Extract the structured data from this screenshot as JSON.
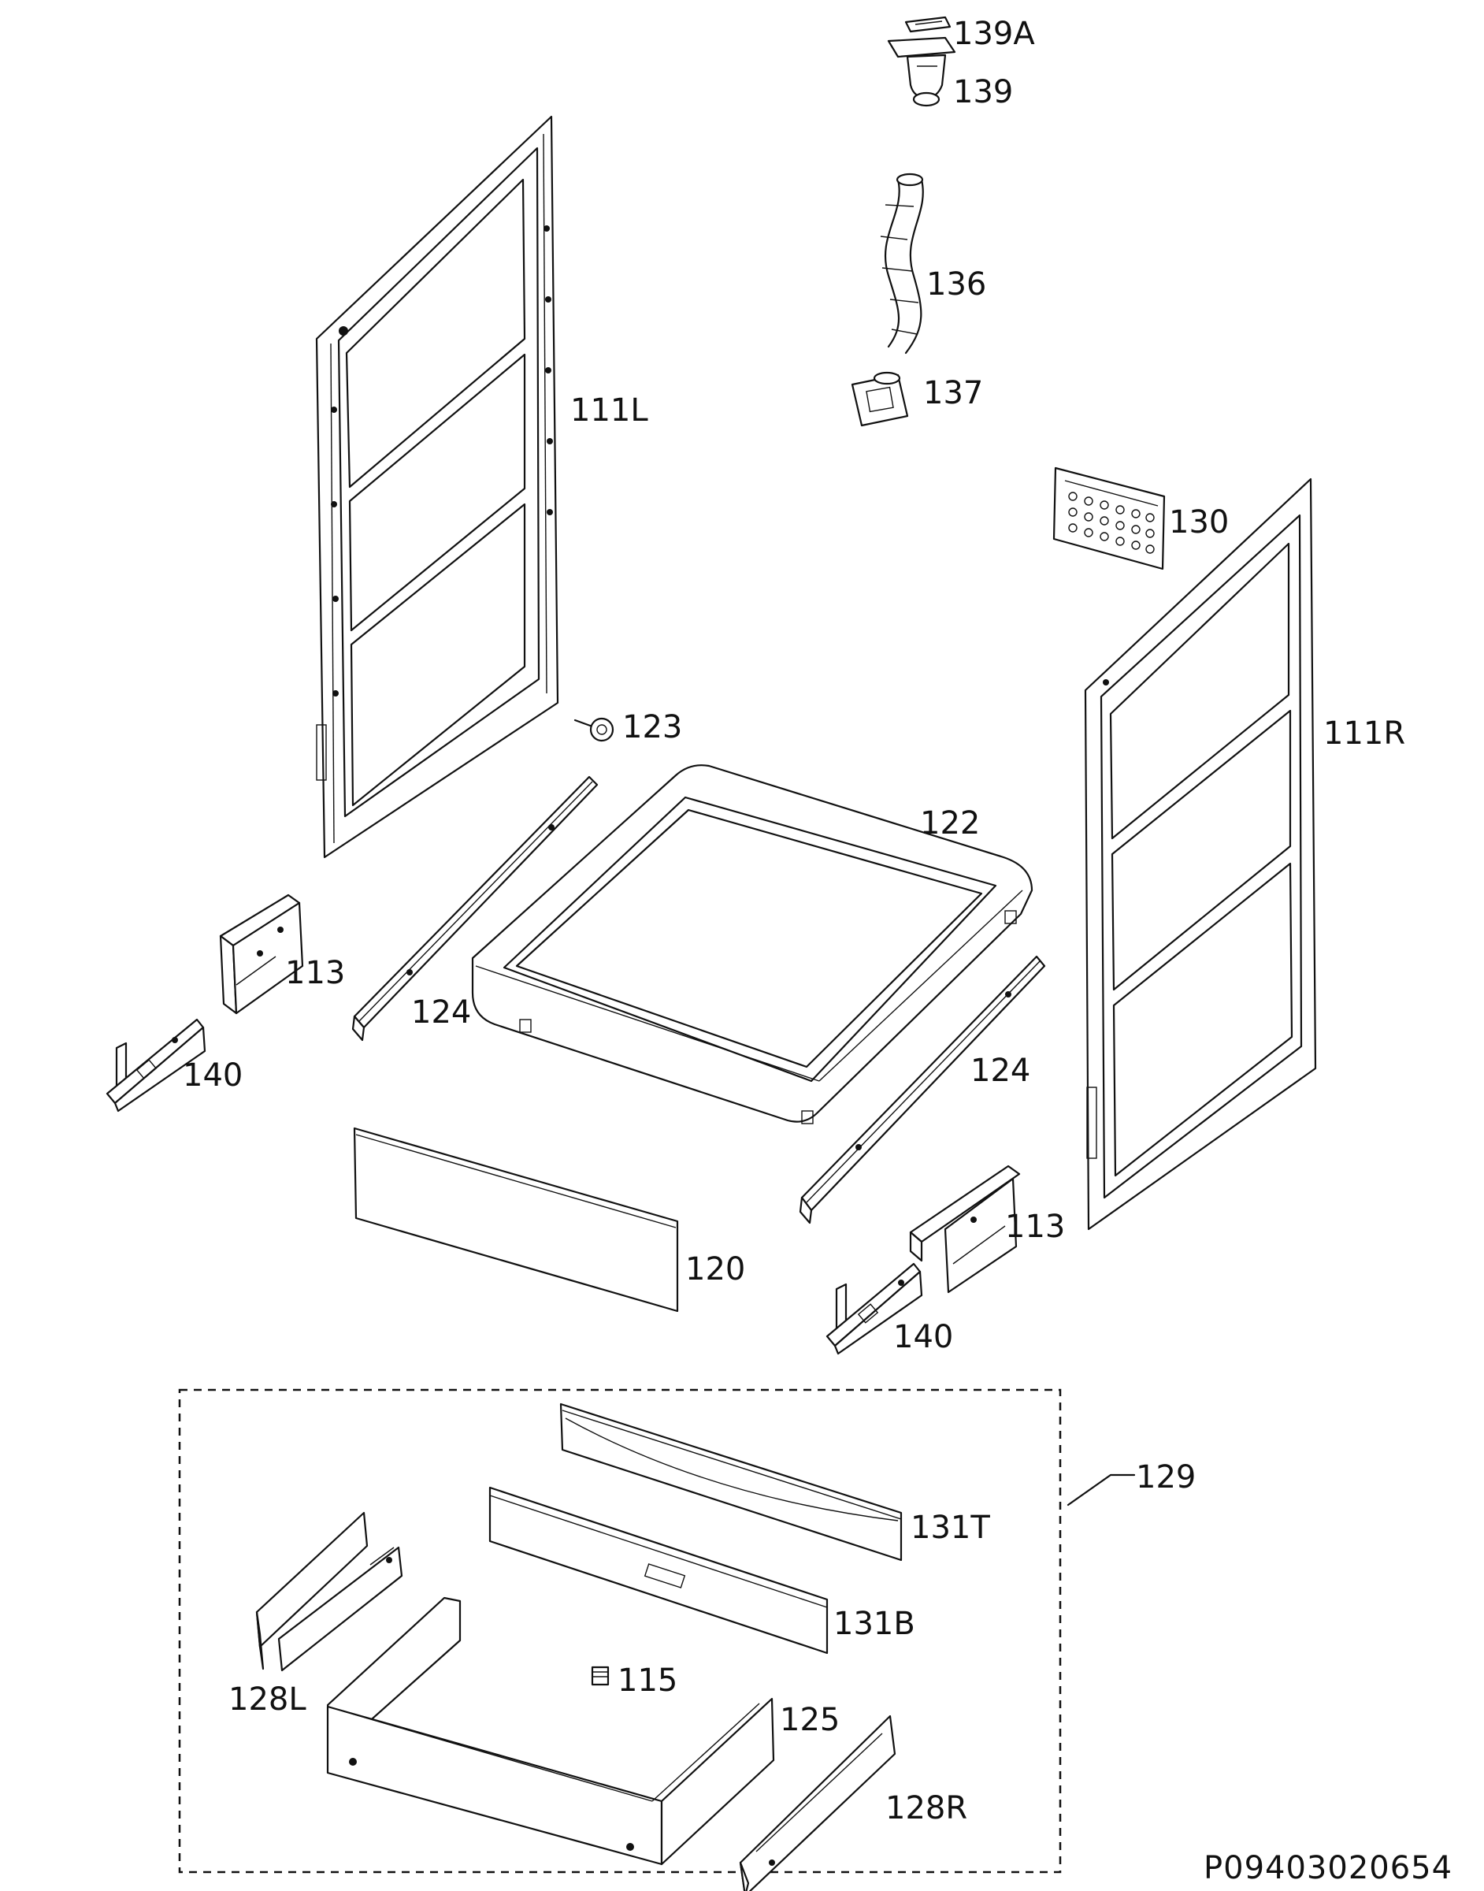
{
  "diagram": {
    "drawing_code": "P09403020654",
    "labels": {
      "l_139a": "139A",
      "l_139": "139",
      "l_136": "136",
      "l_137": "137",
      "l_111l": "111L",
      "l_130": "130",
      "l_111r": "111R",
      "l_123": "123",
      "l_122": "122",
      "l_113_left": "113",
      "l_124_left": "124",
      "l_140_left": "140",
      "l_124_right": "124",
      "l_113_right": "113",
      "l_120": "120",
      "l_140_right": "140",
      "l_129": "129",
      "l_131t": "131T",
      "l_131b": "131B",
      "l_128l": "128L",
      "l_115": "115",
      "l_125": "125",
      "l_128r": "128R"
    }
  }
}
